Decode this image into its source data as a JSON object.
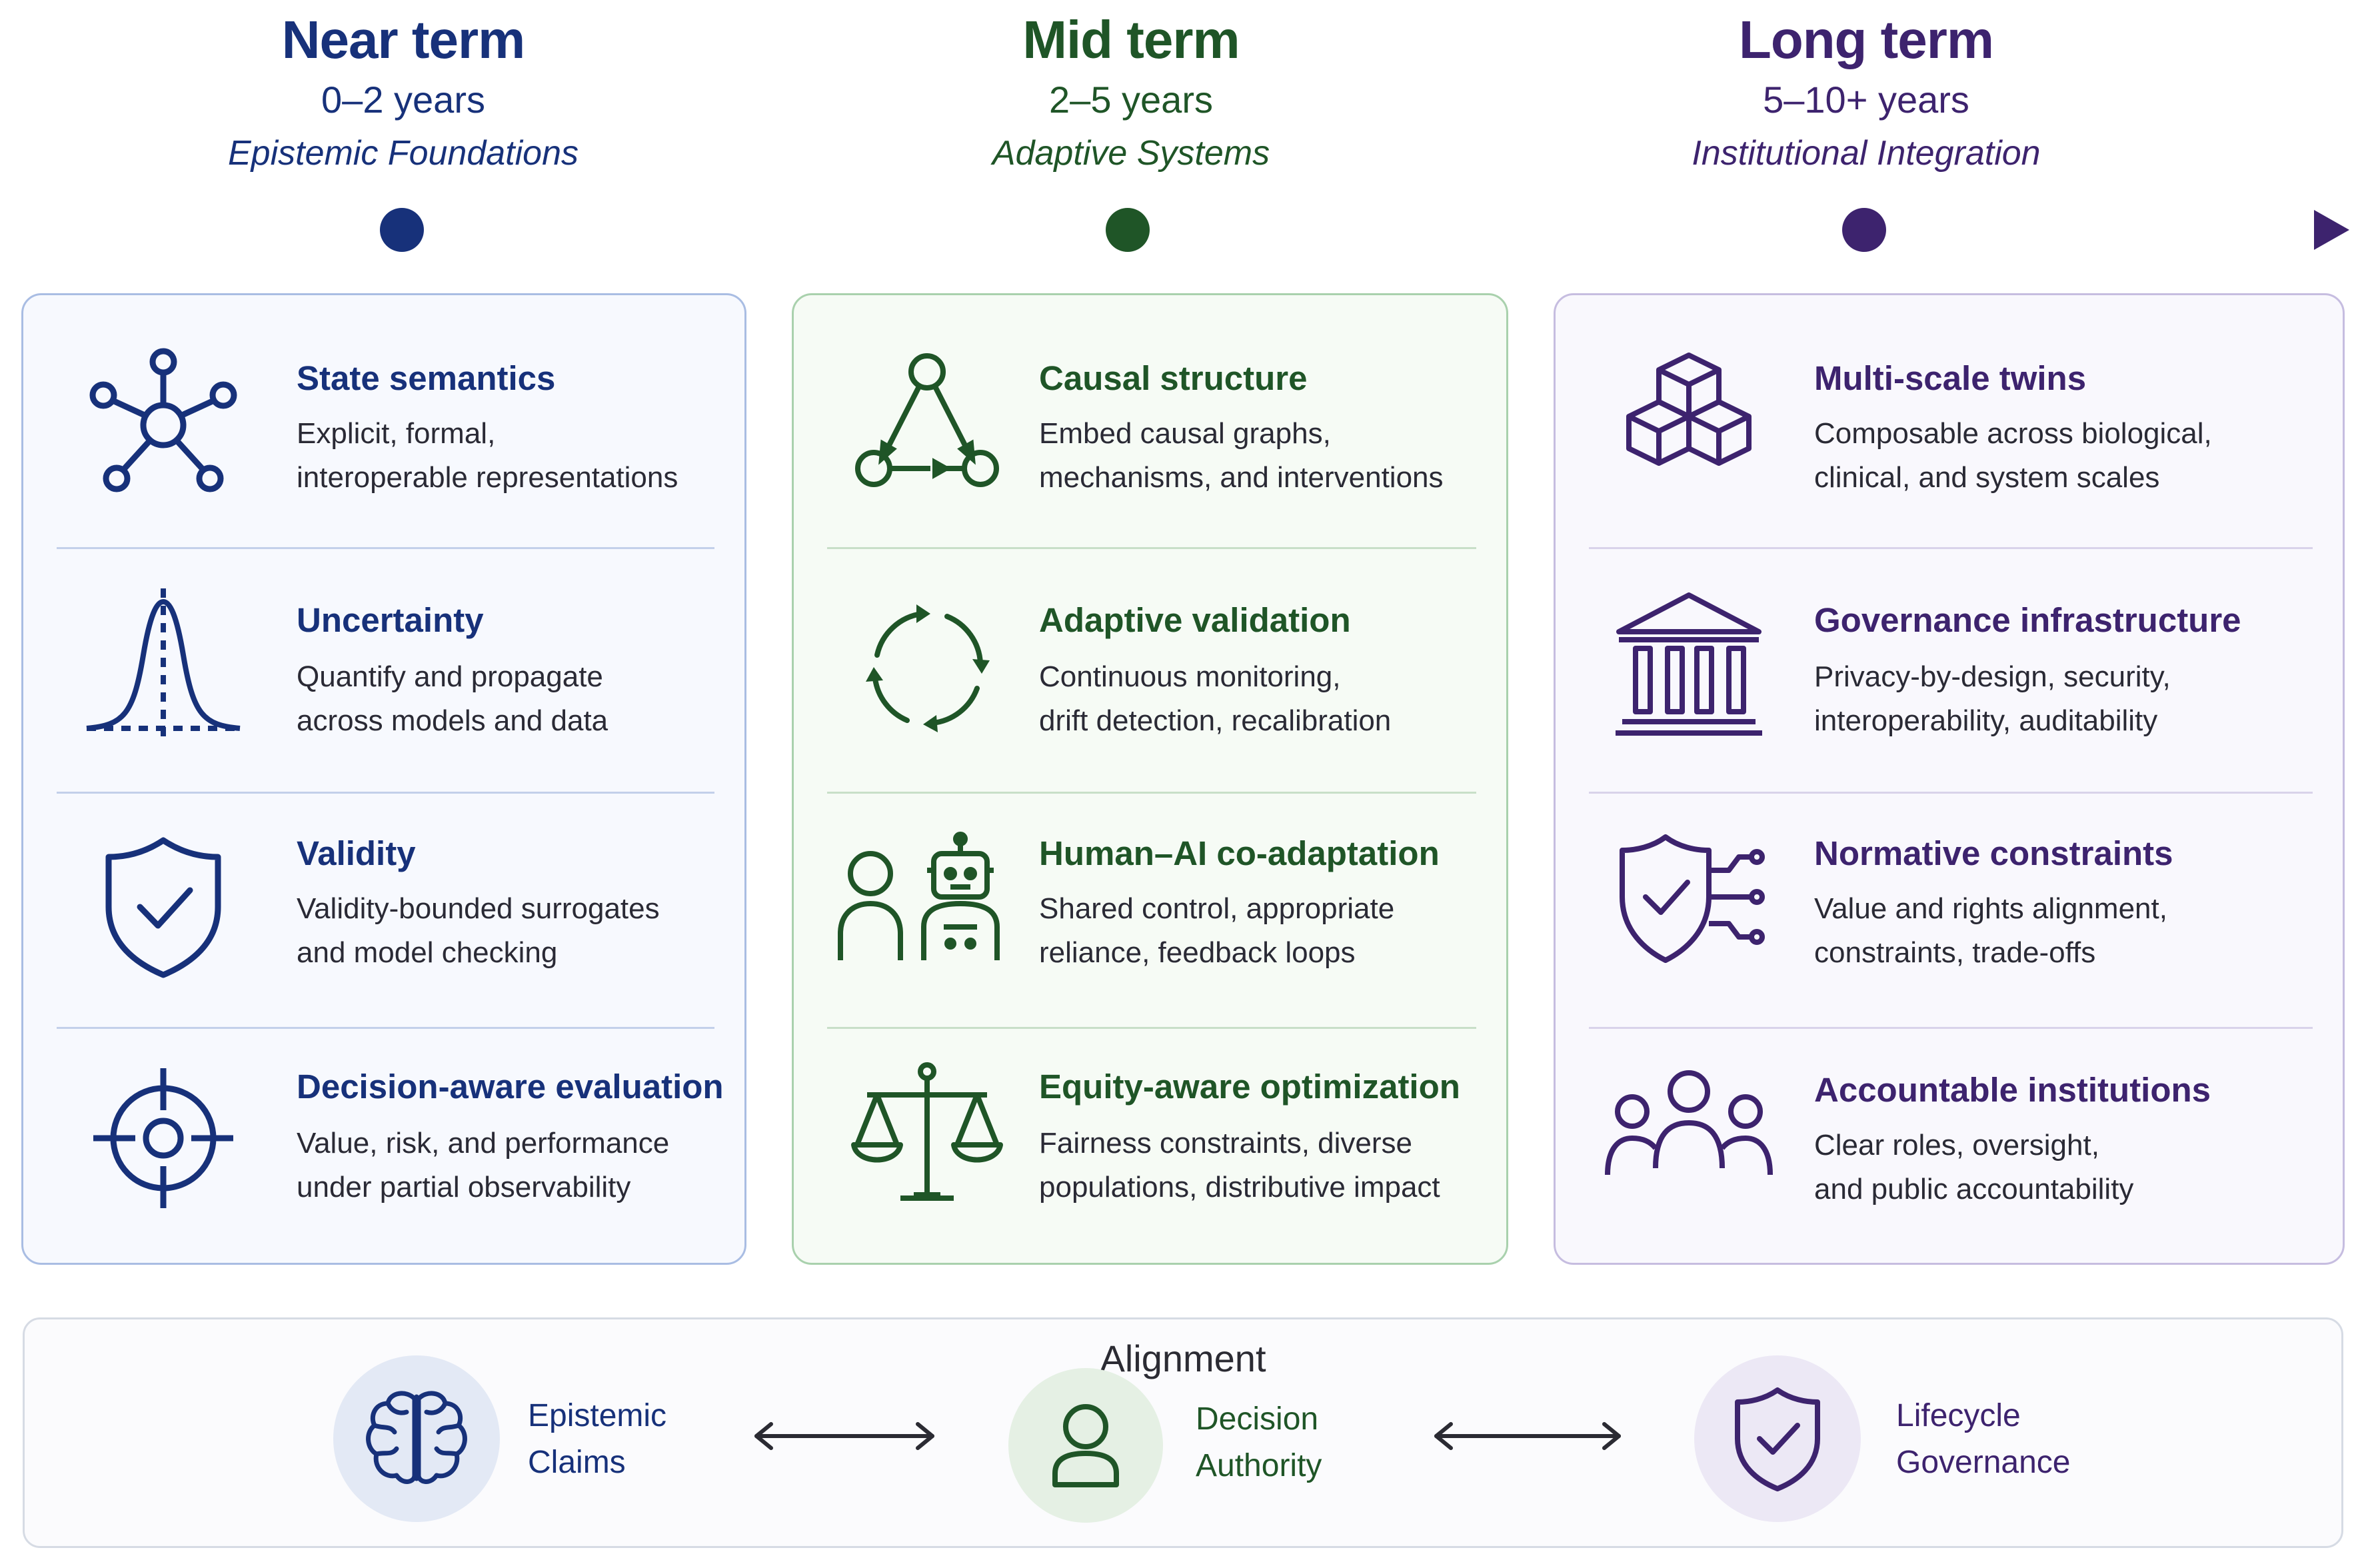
{
  "colors": {
    "near": "#17317a",
    "mid": "#1f5527",
    "long": "#3d236e"
  },
  "phases": [
    {
      "title": "Near term",
      "years": "0–2 years",
      "subtitle": "Epistemic Foundations"
    },
    {
      "title": "Mid term",
      "years": "2–5 years",
      "subtitle": "Adaptive Systems"
    },
    {
      "title": "Long term",
      "years": "5–10+ years",
      "subtitle": "Institutional Integration"
    }
  ],
  "columns": [
    {
      "items": [
        {
          "icon": "network-node-icon",
          "title": "State semantics",
          "desc1": "Explicit, formal,",
          "desc2": "interoperable representations"
        },
        {
          "icon": "bell-curve-icon",
          "title": "Uncertainty",
          "desc1": "Quantify and propagate",
          "desc2": "across models and data"
        },
        {
          "icon": "shield-check-icon",
          "title": "Validity",
          "desc1": "Validity-bounded surrogates",
          "desc2": "and model checking"
        },
        {
          "icon": "crosshair-icon",
          "title": "Decision-aware evaluation",
          "desc1": "Value, risk, and performance",
          "desc2": "under partial observability"
        }
      ]
    },
    {
      "items": [
        {
          "icon": "causal-graph-icon",
          "title": "Causal structure",
          "desc1": "Embed causal graphs,",
          "desc2": "mechanisms, and interventions"
        },
        {
          "icon": "cycle-arrows-icon",
          "title": "Adaptive validation",
          "desc1": "Continuous monitoring,",
          "desc2": "drift detection, recalibration"
        },
        {
          "icon": "human-robot-icon",
          "title": "Human–AI co-adaptation",
          "desc1": "Shared control, appropriate",
          "desc2": "reliance, feedback loops"
        },
        {
          "icon": "balance-scale-icon",
          "title": "Equity-aware optimization",
          "desc1": "Fairness constraints, diverse",
          "desc2": "populations, distributive impact"
        }
      ]
    },
    {
      "items": [
        {
          "icon": "cubes-icon",
          "title": "Multi-scale twins",
          "desc1": "Composable across biological,",
          "desc2": "clinical, and system scales"
        },
        {
          "icon": "institution-icon",
          "title": "Governance infrastructure",
          "desc1": "Privacy-by-design, security,",
          "desc2": "interoperability, auditability"
        },
        {
          "icon": "shield-circuit-icon",
          "title": "Normative constraints",
          "desc1": "Value and rights alignment,",
          "desc2": "constraints, trade-offs"
        },
        {
          "icon": "people-group-icon",
          "title": "Accountable institutions",
          "desc1": "Clear roles, oversight,",
          "desc2": "and public accountability"
        }
      ]
    }
  ],
  "alignment": {
    "title": "Alignment",
    "nodes": [
      {
        "icon": "brain-icon",
        "line1": "Epistemic",
        "line2": "Claims"
      },
      {
        "icon": "person-icon",
        "line1": "Decision",
        "line2": "Authority"
      },
      {
        "icon": "shield-check-icon",
        "line1": "Lifecycle",
        "line2": "Governance"
      }
    ]
  }
}
